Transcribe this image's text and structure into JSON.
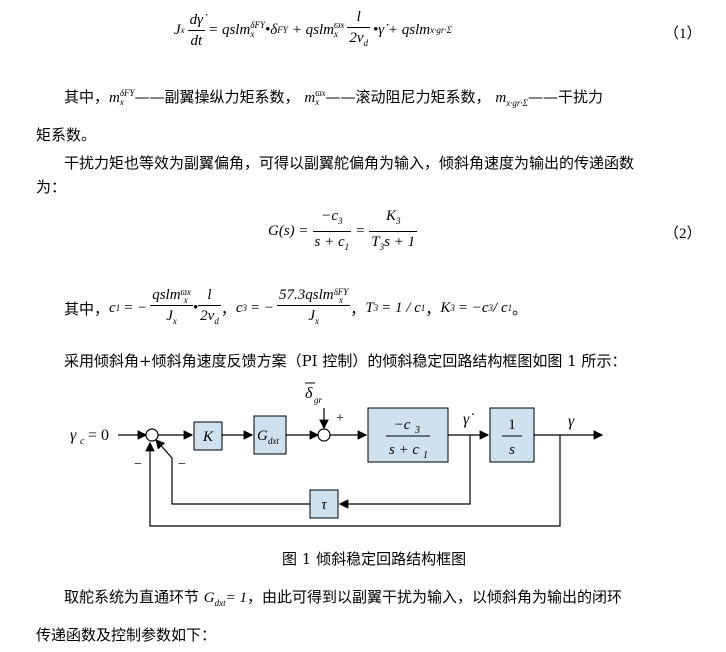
{
  "eq1": {
    "lhs_symbol": "J",
    "lhs_sub": "x",
    "frac_num": "dγ̇",
    "frac_den": "dt",
    "term_a": "= qslm",
    "term_a_sup": "δFY",
    "term_a_sub": "x",
    "term_a_tail": "•δ",
    "term_a_tail_sub": "FY",
    "term_b": "+ qslm",
    "term_b_sup": "ϖx",
    "term_b_sub": "x",
    "frac2_num": "l",
    "frac2_den": "2v",
    "frac2_den_sub": "d",
    "term_c": "•γ̇ + qslm",
    "term_c_sub": "x·gr·Σ",
    "number": "（1）"
  },
  "para1": {
    "prefix": "其中，",
    "sym1": "m",
    "sym1_sup": "δFY",
    "sym1_sub": "x",
    "desc1": "——副翼操纵力矩系数，",
    "sym2": "m",
    "sym2_sup": "ϖx",
    "sym2_sub": "x",
    "desc2": "——滚动阻尼力矩系数，",
    "sym3": "m",
    "sym3_sub": "x·gr·Σ",
    "desc3": "——干扰力",
    "line2": "矩系数。"
  },
  "para2": {
    "line1": "干扰力矩也等效为副翼偏角，可得以副翼舵偏角为输入，倾斜角速度为输出的传递函数",
    "line2": "为："
  },
  "eq2": {
    "lhs": "G(s) =",
    "frac1_num": "−c",
    "frac1_num_sub": "3",
    "frac1_den": "s + c",
    "frac1_den_sub": "1",
    "eq": "=",
    "frac2_num": "K",
    "frac2_num_sub": "3",
    "frac2_den": "T",
    "frac2_den_sub": "3",
    "frac2_den_tail": "s + 1",
    "number": "（2）"
  },
  "para3": {
    "prefix": "其中，",
    "c1": "c",
    "c1_sub": "1",
    "c1_eq": "= −",
    "c1_num": "qslm",
    "c1_num_sup": "ϖx",
    "c1_num_sub": "x",
    "c1_den": "J",
    "c1_den_sub": "x",
    "c1_dot": "•",
    "c1_frac2_num": "l",
    "c1_frac2_den": "2v",
    "c1_frac2_den_sub": "d",
    "sep1": "，",
    "c3": "c",
    "c3_sub": "3",
    "c3_eq": "= −",
    "c3_num": "57.3qslm",
    "c3_num_sup": "δFY",
    "c3_num_sub": "x",
    "c3_den": "J",
    "c3_den_sub": "x",
    "sep2": "，",
    "t3": "T",
    "t3_sub": "3",
    "t3_eq": "= 1 / c",
    "t3_eq_sub": "1",
    "sep3": "，",
    "k3": "K",
    "k3_sub": "3",
    "k3_eq": "= −c",
    "k3_eq_sub": "3",
    "k3_eq2": " / c",
    "k3_eq2_sub": "1",
    "end": "。"
  },
  "para4": {
    "line": "采用倾斜角+倾斜角速度反馈方案（PI 控制）的倾斜稳定回路结构框图如图 1 所示："
  },
  "diagram": {
    "input_label": "γ",
    "input_sub": "c",
    "input_value": "= 0",
    "block_k": "K",
    "block_g": "G",
    "block_g_sub": "dxt",
    "disturbance": "δ",
    "disturbance_sub": "gr",
    "plus_sign": "+",
    "plant_num": "−c",
    "plant_num_sub": "3",
    "plant_den": "s + c",
    "plant_den_sub": "1",
    "rate_label": "γ̇",
    "integrator_num": "1",
    "integrator_den": "s",
    "output_label": "γ",
    "feedback_block": "τ",
    "minus1": "−",
    "minus2": "−"
  },
  "caption": "图 1  倾斜稳定回路结构框图",
  "para5": {
    "prefix": "取舵系统为直通环节",
    "sym": "G",
    "sym_sub": "dxt",
    "eq": "= 1",
    "rest": "，由此可得到以副翼干扰为输入，以倾斜角为输出的闭环",
    "line2": "传递函数及控制参数如下："
  }
}
